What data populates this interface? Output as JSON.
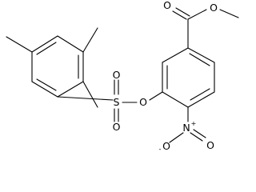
{
  "molecule": {
    "atoms": {
      "sulfur": "S",
      "sulfonyl_oxygen_top": "O",
      "sulfonyl_oxygen_bottom": "O",
      "ester_link_oxygen": "O",
      "carbonyl_oxygen": "O",
      "methoxy_oxygen": "O",
      "nitro_nitrogen": "N",
      "nitro_nitrogen_charge": "+",
      "nitro_oxygen_left": "O",
      "nitro_oxygen_left_charge": "-",
      "nitro_oxygen_right": "O"
    }
  }
}
